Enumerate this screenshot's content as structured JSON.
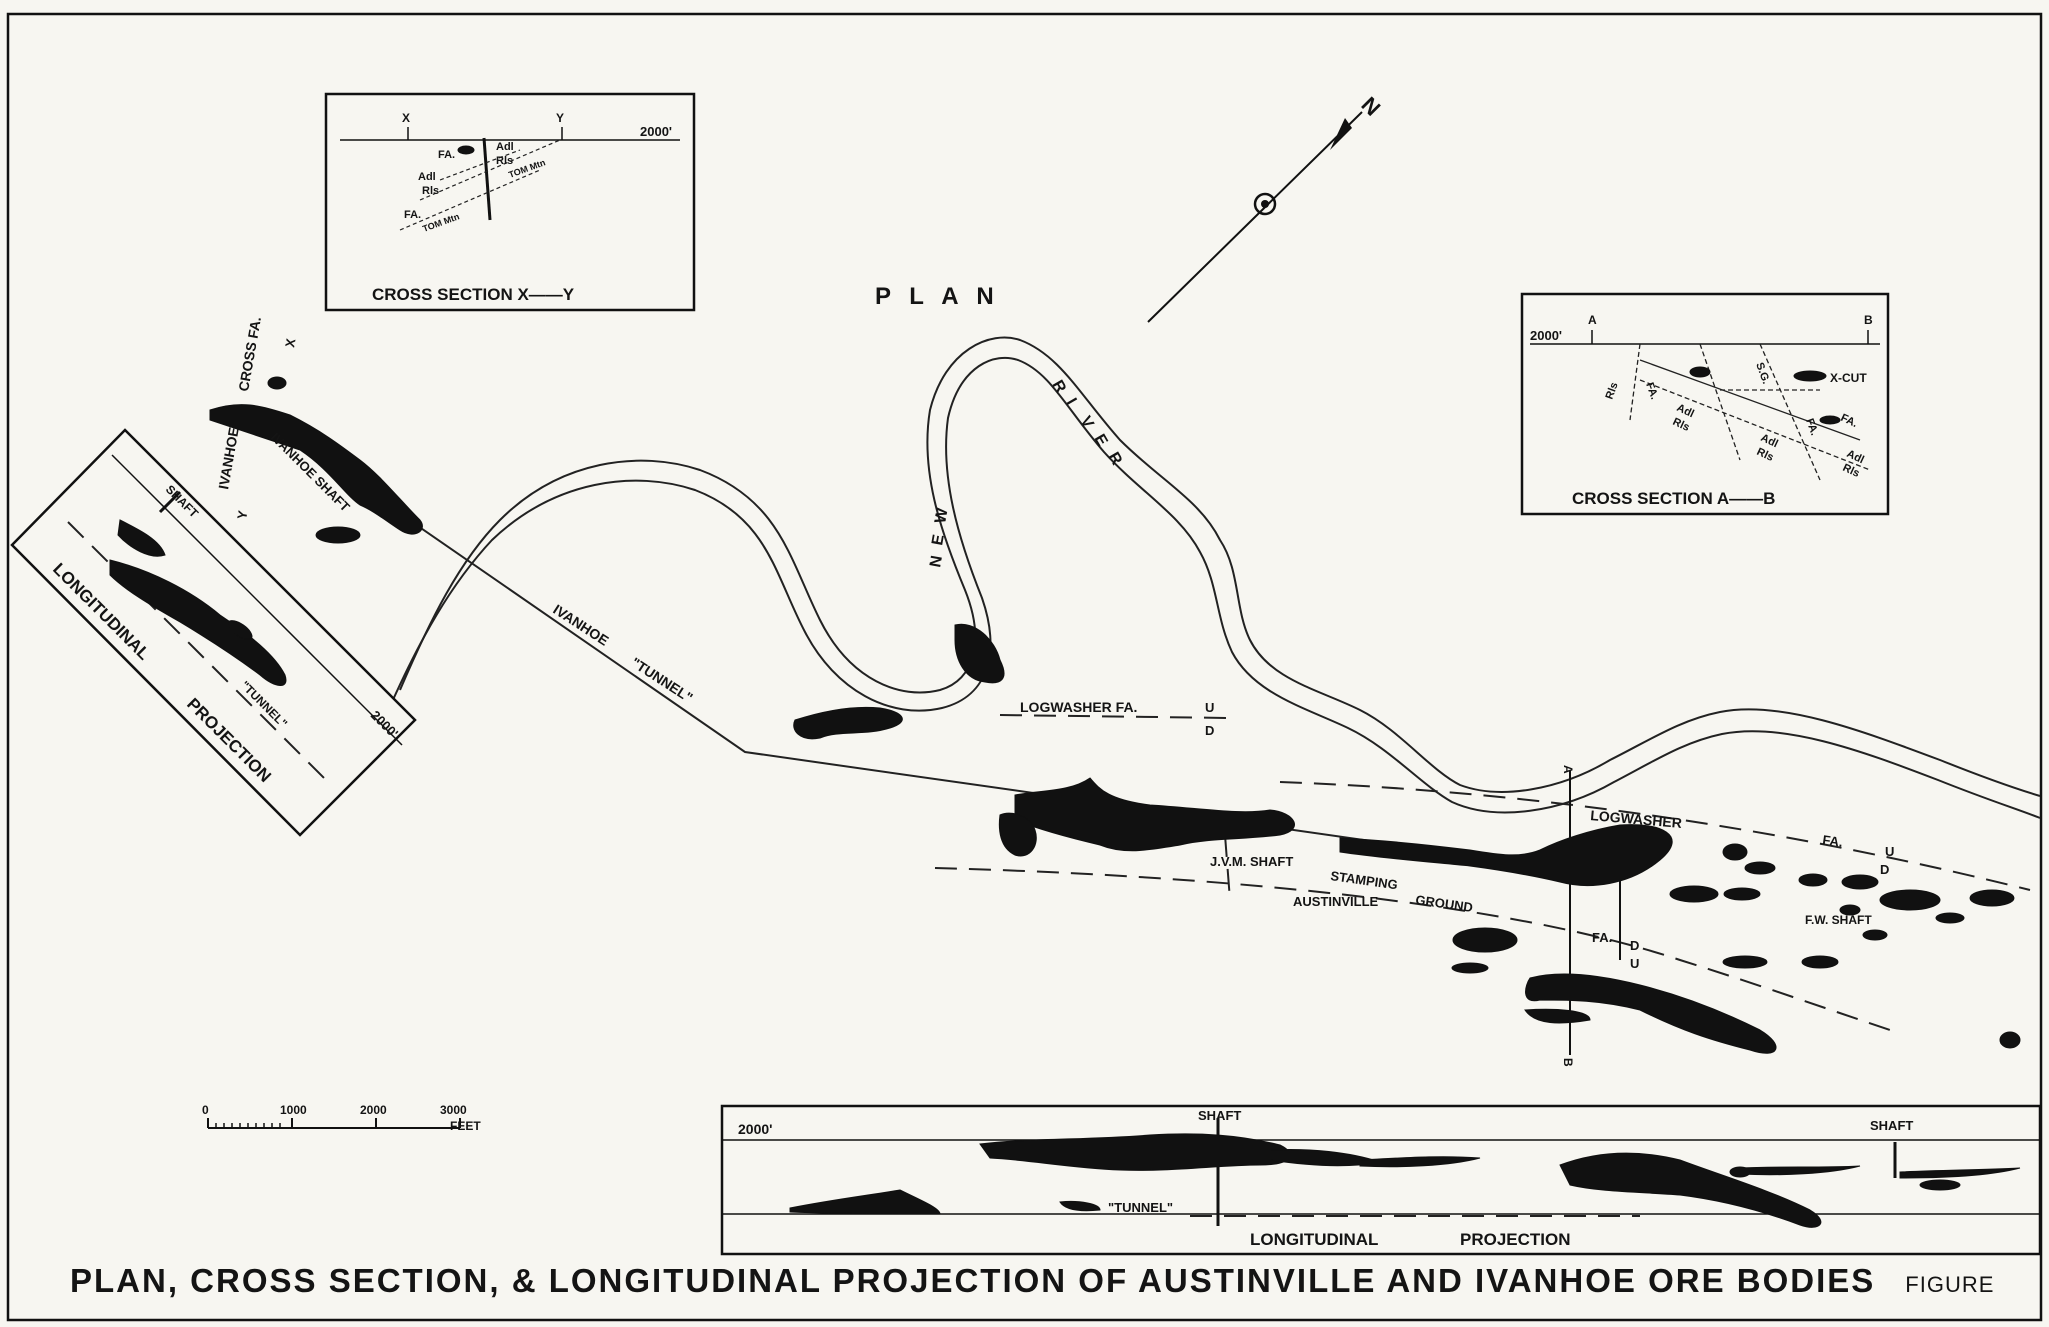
{
  "title": "PLAN, CROSS SECTION, & LONGITUDINAL PROJECTION OF AUSTINVILLE AND IVANHOE ORE BODIES",
  "figure_label": "FIGURE",
  "plan": {
    "heading": "P L A N",
    "north": "N",
    "river": [
      "N",
      "E",
      "W",
      "R",
      "I",
      "V",
      "E",
      "R"
    ],
    "labels": {
      "cross_fa": "CROSS FA.",
      "x": "X",
      "y": "Y",
      "ivanhoe": "IVANHOE",
      "ivanhoe_shaft": "IVANHOE SHAFT",
      "ivanhoe_tunnel_1": "IVANHOE",
      "ivanhoe_tunnel_2": "\"TUNNEL\"",
      "logwasher_fa": "LOGWASHER FA.",
      "u1": "U",
      "d1": "D",
      "logwasher": "LOGWASHER",
      "fa2": "FA.",
      "u2": "U",
      "d2": "D",
      "jvm_shaft": "J.V.M. SHAFT",
      "stamping": "STAMPING",
      "ground": "GROUND",
      "austinville": "AUSTINVILLE",
      "fa3": "FA.",
      "d3": "D",
      "u3": "U",
      "fw_shaft": "F.W. SHAFT",
      "a": "A",
      "b": "B"
    }
  },
  "cross_section_xy": {
    "caption": "CROSS SECTION X——Y",
    "x": "X",
    "y": "Y",
    "elev": "2000'",
    "labels": [
      "FA.",
      "Adl",
      "Rls",
      "Adl",
      "Rls",
      "TOM Mtn",
      "FA.",
      "TOM Mtn"
    ]
  },
  "cross_section_ab": {
    "caption": "CROSS SECTION A——B",
    "a": "A",
    "b": "B",
    "elev": "2000'",
    "labels": [
      "Rls",
      "FA.",
      "S.G.",
      "X-CUT",
      "Adl",
      "Rls",
      "FA.",
      "Adl",
      "Rls",
      "Adl",
      "Rls",
      "FA."
    ]
  },
  "long_left": {
    "caption_1": "LONGITUDINAL",
    "caption_2": "PROJECTION",
    "shaft": "SHAFT",
    "tunnel": "\"TUNNEL\"",
    "elev": "2000'"
  },
  "long_bottom": {
    "caption_1": "LONGITUDINAL",
    "caption_2": "PROJECTION",
    "shaft_1": "SHAFT",
    "shaft_2": "SHAFT",
    "tunnel": "\"TUNNEL\"",
    "elev": "2000'"
  },
  "scale_bar": {
    "ticks": [
      "0",
      "1000",
      "2000",
      "3000"
    ],
    "unit": "FEET"
  }
}
